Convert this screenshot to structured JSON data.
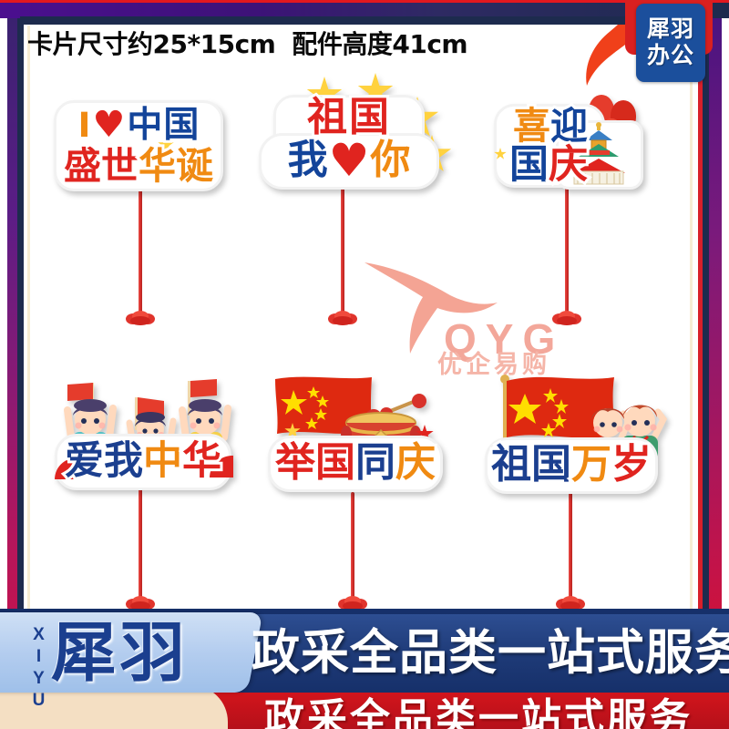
{
  "header": {
    "spec_text_1": "卡片尺寸约25*15cm",
    "spec_text_2": "配件高度41cm"
  },
  "brand_badge": {
    "line1": "犀羽",
    "line2": "办公"
  },
  "watermark": {
    "logo_name": "bird-swoosh-logo",
    "abbr": "QYG",
    "chinese": "优企易购"
  },
  "cards": [
    {
      "id": "card-zhongguo",
      "line1_parts": [
        {
          "text": "I",
          "color": "#f08a12"
        },
        {
          "text": "♥",
          "color": "#e0241f"
        },
        {
          "text": "中国",
          "color": "#13449a"
        }
      ],
      "line2_parts": [
        {
          "text": "盛世",
          "color": "#e0241f"
        },
        {
          "text": "华诞",
          "color": "#f08a12"
        }
      ],
      "full_text": "I♥中国 盛世华诞",
      "decor": "star"
    },
    {
      "id": "card-zuguo-woaini",
      "line1_parts": [
        {
          "text": "祖国",
          "color": "#e0241f"
        }
      ],
      "line2_parts": [
        {
          "text": "我",
          "color": "#13449a"
        },
        {
          "text": "♥",
          "color": "#e0241f"
        },
        {
          "text": "你",
          "color": "#f08a12"
        }
      ],
      "full_text": "祖国 我♥你",
      "decor": "stars"
    },
    {
      "id": "card-xiying-guoqing",
      "line1_parts": [
        {
          "text": "喜",
          "color": "#f08a12"
        },
        {
          "text": "迎",
          "color": "#13449a"
        }
      ],
      "line2_parts": [
        {
          "text": "国",
          "color": "#13449a"
        },
        {
          "text": "庆",
          "color": "#e0241f"
        }
      ],
      "full_text": "喜迎国庆",
      "decor": "balloons-temple"
    },
    {
      "id": "card-aiwo-zhonghua",
      "line1_parts": [],
      "line2_parts": [
        {
          "text": "爱我",
          "color": "#1b3f8f"
        },
        {
          "text": "中",
          "color": "#f08a12"
        },
        {
          "text": "华",
          "color": "#e0241f"
        }
      ],
      "full_text": "爱我中华",
      "decor": "three-kids-flags"
    },
    {
      "id": "card-juguo-tongqing",
      "line1_parts": [],
      "line2_parts": [
        {
          "text": "举",
          "color": "#e0241f"
        },
        {
          "text": "国",
          "color": "#e0241f"
        },
        {
          "text": "同",
          "color": "#1b3f8f"
        },
        {
          "text": "庆",
          "color": "#f08a12"
        }
      ],
      "full_text": "举国同庆",
      "decor": "flag-drum"
    },
    {
      "id": "card-zuguo-wansui",
      "line1_parts": [],
      "line2_parts": [
        {
          "text": "祖国",
          "color": "#1b3f8f"
        },
        {
          "text": "万",
          "color": "#f08a12"
        },
        {
          "text": "岁",
          "color": "#e0241f"
        }
      ],
      "full_text": "祖国万岁",
      "decor": "flag-two-kids"
    }
  ],
  "bottom_banner": {
    "brand_en": "XIYU",
    "brand_cn": "犀羽",
    "slogan": "政采全品类一站式服务",
    "red_strip_text": "政采全品类一站式服务"
  },
  "colors": {
    "red": "#e0241f",
    "orange": "#f08a12",
    "blue": "#13449a",
    "navy": "#1b3f8f",
    "banner_navy": "#1e3a77",
    "banner_light": "#b4cdef",
    "star_yellow": "#ffd23f",
    "watermark_pink": "#f3a79a",
    "badge_blue": "#1b4f9c",
    "strip_red": "#d4151c"
  }
}
